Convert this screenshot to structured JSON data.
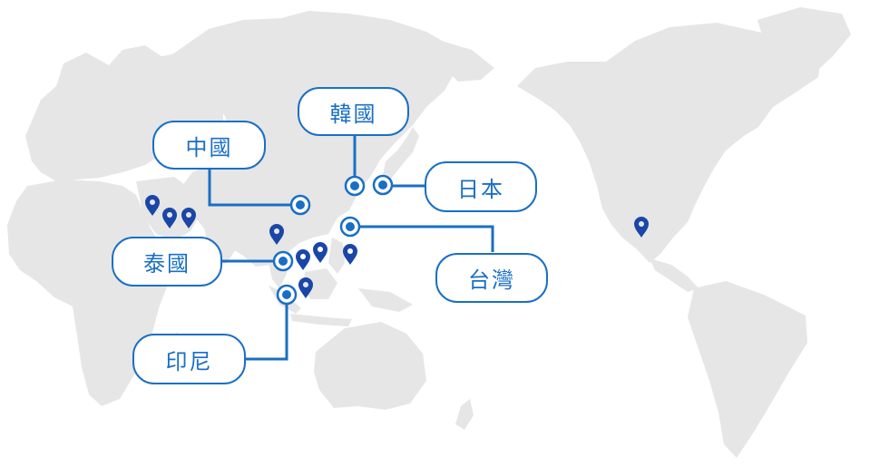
{
  "map": {
    "land_color": "#e6e6e6",
    "accent_color": "#1a6fc4",
    "pin_color": "#1a46a8",
    "labels": {
      "china": "中國",
      "korea": "韓國",
      "japan": "日本",
      "taiwan": "台灣",
      "thailand": "泰國",
      "indonesia": "印尼"
    },
    "pin_icon": "map-pin-icon",
    "location_icon": "location-dot-icon"
  }
}
